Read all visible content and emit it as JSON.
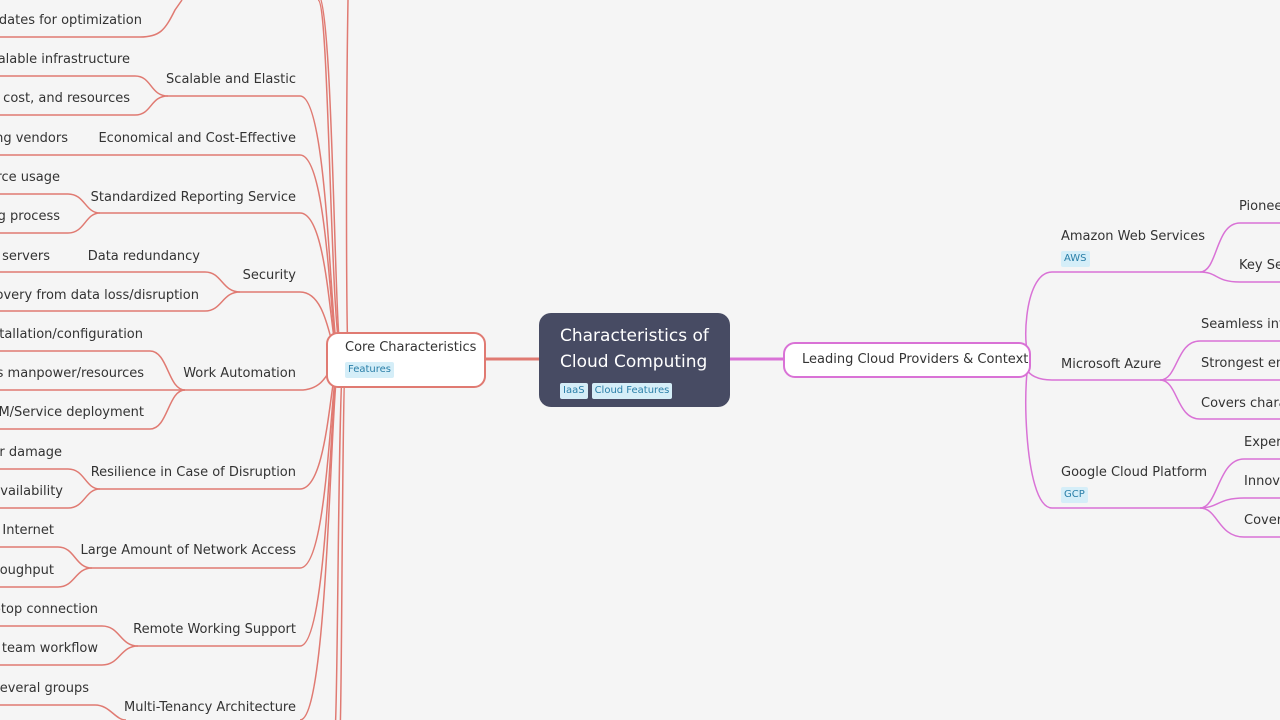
{
  "colors": {
    "background": "#f5f5f5",
    "root_fill": "#474b63",
    "left_branch": "#e07a72",
    "right_branch": "#d972d6",
    "tag_fill": "#d5eef8",
    "tag_text": "#2a7fa8"
  },
  "root": {
    "title": "Characteristics of\nCloud Computing",
    "tags": [
      "IaaS",
      "Cloud Features"
    ]
  },
  "core": {
    "label": "Core Characteristics",
    "tag": "Features",
    "leaf_0": "updates for optimization",
    "scalable": {
      "label": "Scalable and Elastic",
      "items": [
        "scalable infrastructure",
        "ge, cost, and resources"
      ]
    },
    "economical": {
      "label": "Economical and Cost-Effective",
      "items": [
        "ong vendors"
      ]
    },
    "reporting": {
      "label": "Standardized Reporting Service",
      "items": [
        "urce usage",
        "ng process"
      ]
    },
    "security": {
      "label": "Security",
      "redundancy": "Data redundancy",
      "redundancy_item": "e servers",
      "recovery": "ecovery from data loss/disruption"
    },
    "automation": {
      "label": "Work Automation",
      "items": [
        "stallation/configuration",
        "es manpower/resources",
        "VM/Service deployment"
      ]
    },
    "resilience": {
      "label": "Resilience in Case of Disruption",
      "items": [
        "er damage",
        "availability"
      ]
    },
    "network": {
      "label": "Large Amount of Network Access",
      "items": [
        "n Internet",
        "roughput"
      ]
    },
    "remote": {
      "label": "Remote Working Support",
      "items": [
        "aptop connection",
        "n team workflow"
      ]
    },
    "tenancy": {
      "label": "Multi-Tenancy Architecture",
      "items": [
        "several groups"
      ]
    }
  },
  "leading": {
    "label": "Leading Cloud Providers & Context",
    "aws": {
      "label": "Amazon Web Services",
      "tag": "AWS",
      "items": [
        "Pionee",
        "Key Ser"
      ]
    },
    "azure": {
      "label": "Microsoft Azure",
      "items": [
        "Seamless inte",
        "Strongest ent",
        "Covers charac"
      ]
    },
    "gcp": {
      "label": "Google Cloud Platform",
      "tag": "GCP",
      "items": [
        "Expert",
        "Innova",
        "Covers"
      ]
    }
  }
}
